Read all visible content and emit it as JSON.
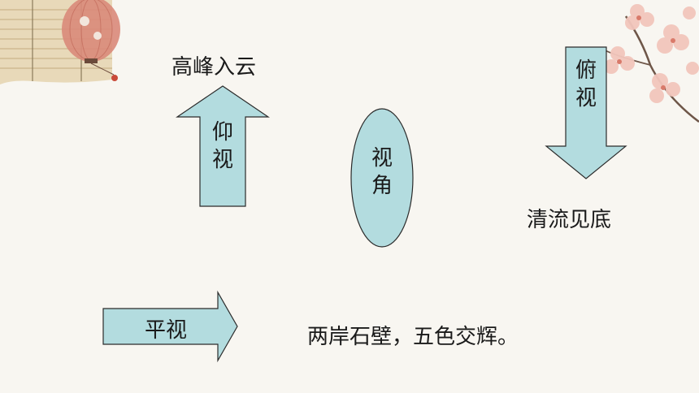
{
  "diagram": {
    "center": {
      "text": "视角"
    },
    "arrows": {
      "up": {
        "text": "仰视",
        "caption": "高峰入云"
      },
      "down": {
        "text": "俯视",
        "caption": "清流见底"
      },
      "right": {
        "text": "平视",
        "caption": "两岸石壁，五色交辉。"
      }
    }
  },
  "colors": {
    "shape_fill": "#b3dcdf",
    "shape_stroke": "#2b2b2b",
    "background": "#f8f6f1"
  }
}
